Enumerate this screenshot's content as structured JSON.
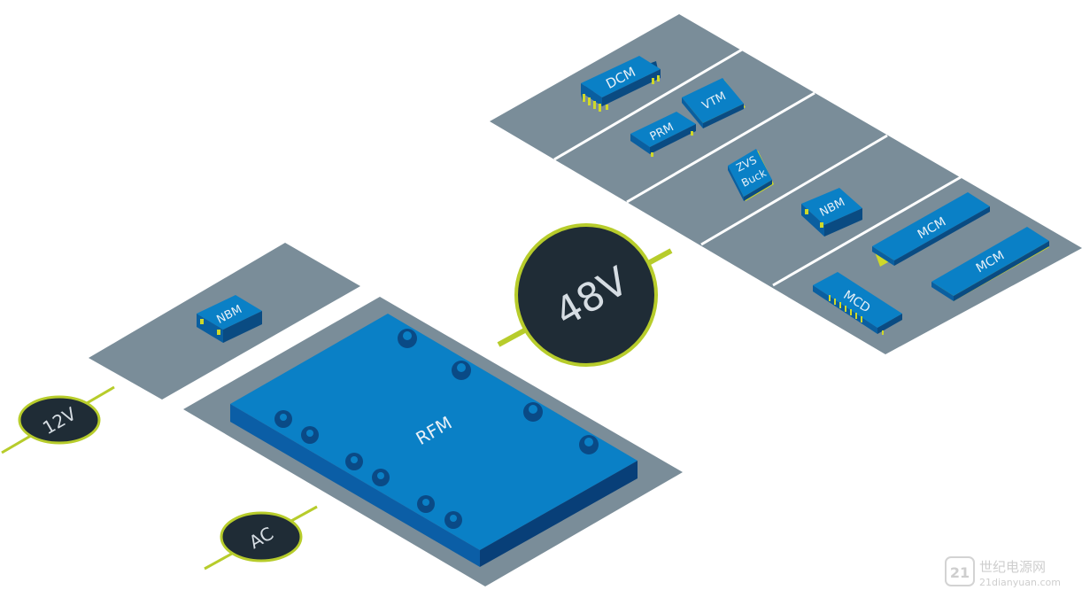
{
  "colors": {
    "board": "#7a8d99",
    "module_top": "#0a80c6",
    "module_front": "#0a5fa0",
    "module_side": "#0a4b82",
    "module_edge": "#15548f",
    "pins": "#cfd82a",
    "badge_fill": "#1f2c36",
    "badge_ring": "#b7cc2b",
    "wire": "#b7cc2b",
    "divider": "#ffffff",
    "rfm_top": "#0a80c6",
    "rfm_front": "#0b5ea6",
    "rfm_side": "#083f78",
    "hole": "#0a4a86"
  },
  "voltages": {
    "v48": "48V",
    "v12": "12V",
    "ac": "AC"
  },
  "modules": {
    "dcm": "DCM",
    "vtm": "VTM",
    "prm": "PRM",
    "zvs_line1": "ZVS",
    "zvs_line2": "Buck",
    "nbm_right": "NBM",
    "mcm_top": "MCM",
    "mcm_bottom": "MCM",
    "mcd": "MCD",
    "nbm_left": "NBM",
    "rfm": "RFM"
  },
  "watermark": {
    "icon_text": "21",
    "cn_text": "世纪电源网",
    "url": "21dianyuan.com"
  }
}
